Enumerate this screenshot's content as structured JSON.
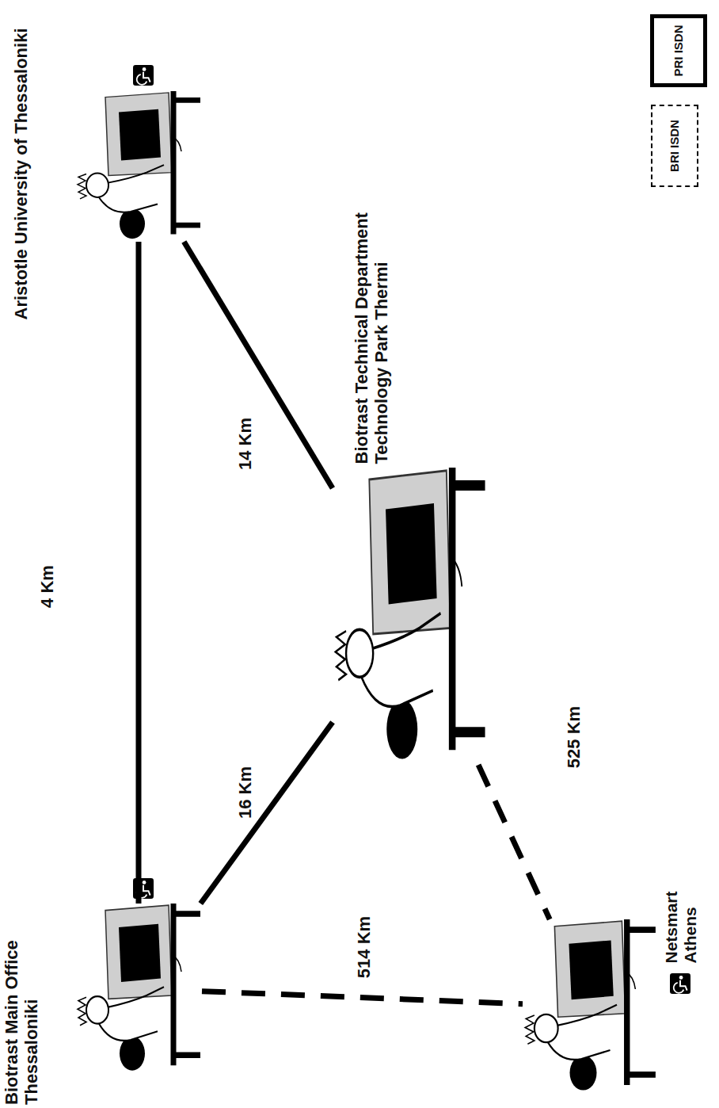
{
  "diagram": {
    "nodes": [
      {
        "text": [
          "Aristotle University of Thessaloniki"
        ]
      },
      {
        "text": [
          "Biotrast Technical Department Technology Park Thermi"
        ]
      },
      {
        "text": [
          "Biotrast Main Office Thessaloniki"
        ]
      },
      {
        "text": [
          "Netsmart Athens"
        ]
      }
    ],
    "edges": [
      {
        "from": 0,
        "to": 1,
        "label": "14 Km",
        "arrow": "none"
      },
      {
        "from": 0,
        "to": 2,
        "label": "4 Km",
        "arrow": "none"
      },
      {
        "from": 1,
        "to": 2,
        "label": "16 Km",
        "arrow": "none"
      },
      {
        "from": 1,
        "to": 3,
        "label": "525 Km",
        "arrow": "none"
      },
      {
        "from": 2,
        "to": 3,
        "label": "514 Km",
        "arrow": "none"
      }
    ],
    "legend": [
      {
        "text": "PRI ISDN"
      },
      {
        "text": "BRI ISDN"
      }
    ]
  }
}
